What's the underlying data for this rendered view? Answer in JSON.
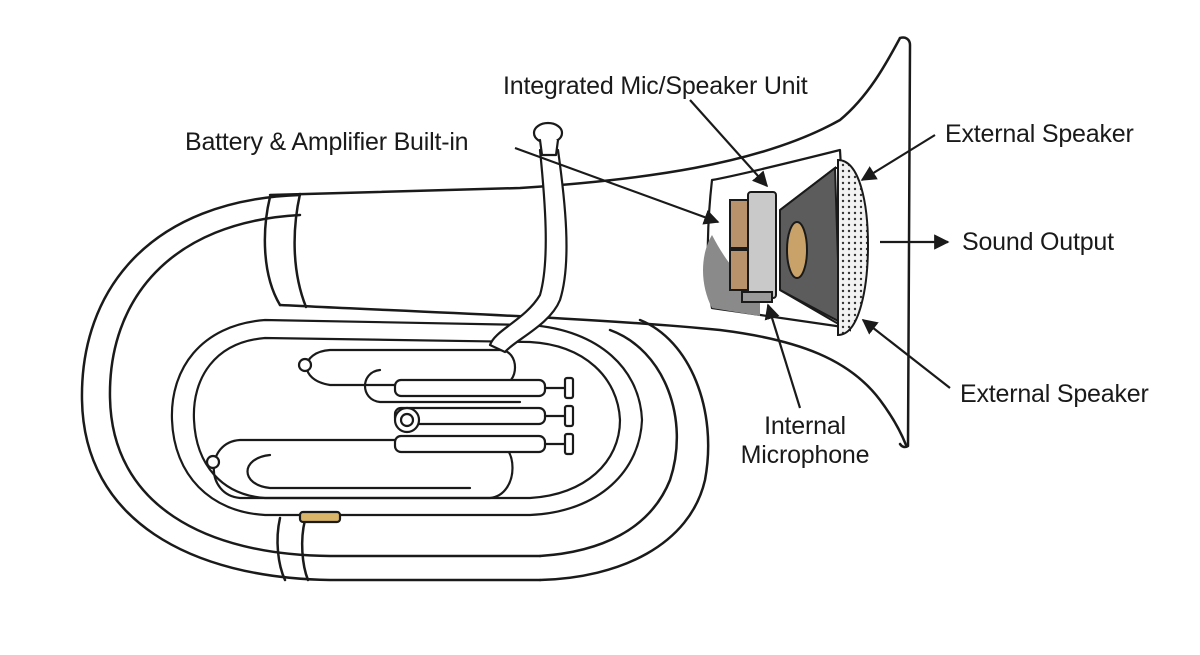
{
  "labels": {
    "integrated_unit": "Integrated Mic/Speaker Unit",
    "battery_amp": "Battery & Amplifier Built-in",
    "external_speaker_top": "External Speaker",
    "sound_output": "Sound Output",
    "external_speaker_bottom": "External Speaker",
    "internal_mic_line1": "Internal",
    "internal_mic_line2": "Microphone"
  },
  "colors": {
    "outline": "#1a1a1a",
    "battery": "#b8926a",
    "speaker_cone": "#5c5c5c",
    "unit_gray": "#c9c9c9",
    "cavity_shadow": "#8a8a8a"
  }
}
